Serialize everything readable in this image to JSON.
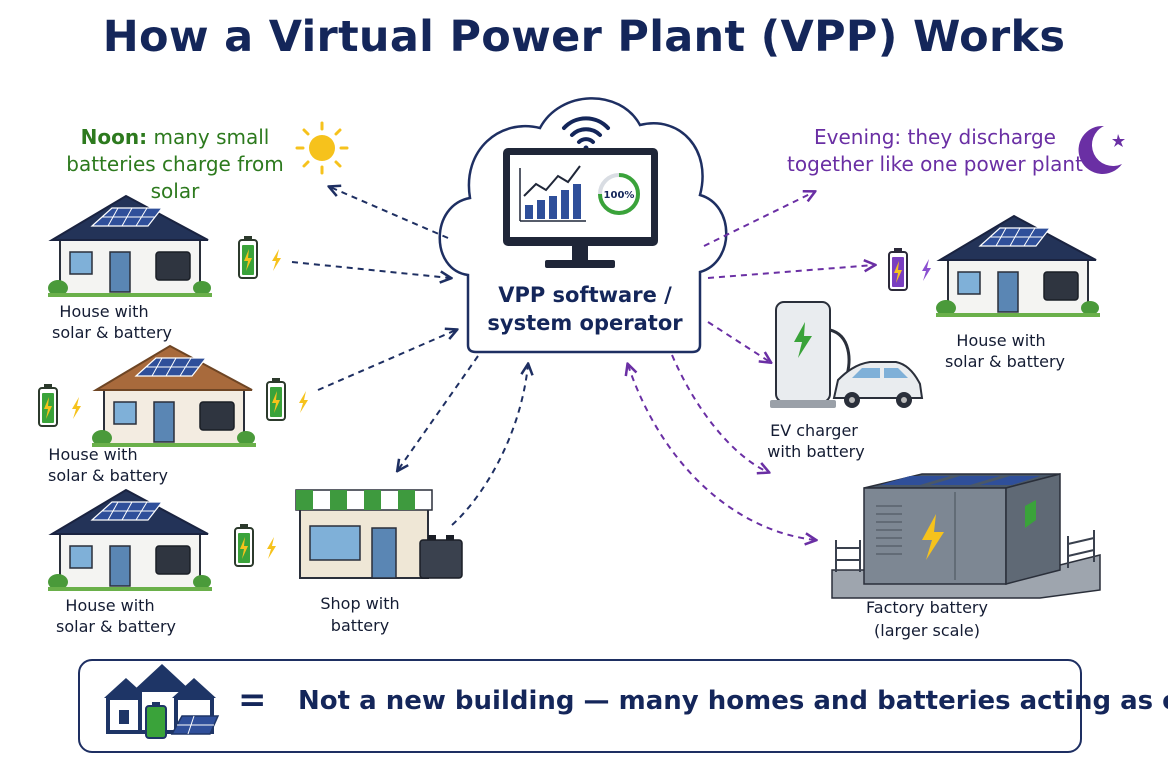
{
  "title": "How a Virtual Power Plant (VPP) Works",
  "noon": {
    "bold": "Noon:",
    "rest": " many small",
    "line2": "batteries charge from solar"
  },
  "evening": {
    "line1": "Evening: they discharge",
    "line2": "together like one power plant"
  },
  "hub": {
    "line1": "VPP software /",
    "line2": "system operator",
    "monitor_gauge": "100%"
  },
  "nodes": {
    "house1": {
      "line1": "House with",
      "line2": "solar & battery"
    },
    "house2": {
      "line1": "House with",
      "line2": "solar & battery"
    },
    "house3": {
      "line1": "House with",
      "line2": "solar & battery"
    },
    "shop": {
      "line1": "Shop with",
      "line2": "battery"
    },
    "house_right": {
      "line1": "House with",
      "line2": "solar & battery"
    },
    "ev": {
      "line1": "EV charger",
      "line2": "with battery"
    },
    "factory": {
      "line1": "Factory battery",
      "line2": "(larger scale)"
    }
  },
  "footer": {
    "equals": "=",
    "text": "Not a new building — many homes and batteries acting as one"
  },
  "colors": {
    "navy": "#14265a",
    "green": "#2d7a1e",
    "purple": "#6a2fa4",
    "sun": "#f6c21c",
    "battery_green": "#3aa33a"
  }
}
